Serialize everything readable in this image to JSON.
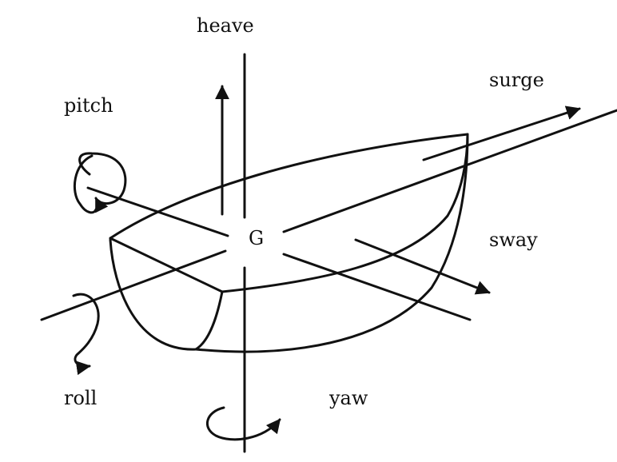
{
  "title": "Six degrees of freedom of a ship",
  "labels": {
    "heave": "heave",
    "surge": "surge",
    "pitch": "pitch",
    "sway": "sway",
    "center": "G",
    "roll": "roll",
    "yaw": "yaw"
  },
  "colors": {
    "stroke": "#111111",
    "background": "#ffffff"
  }
}
